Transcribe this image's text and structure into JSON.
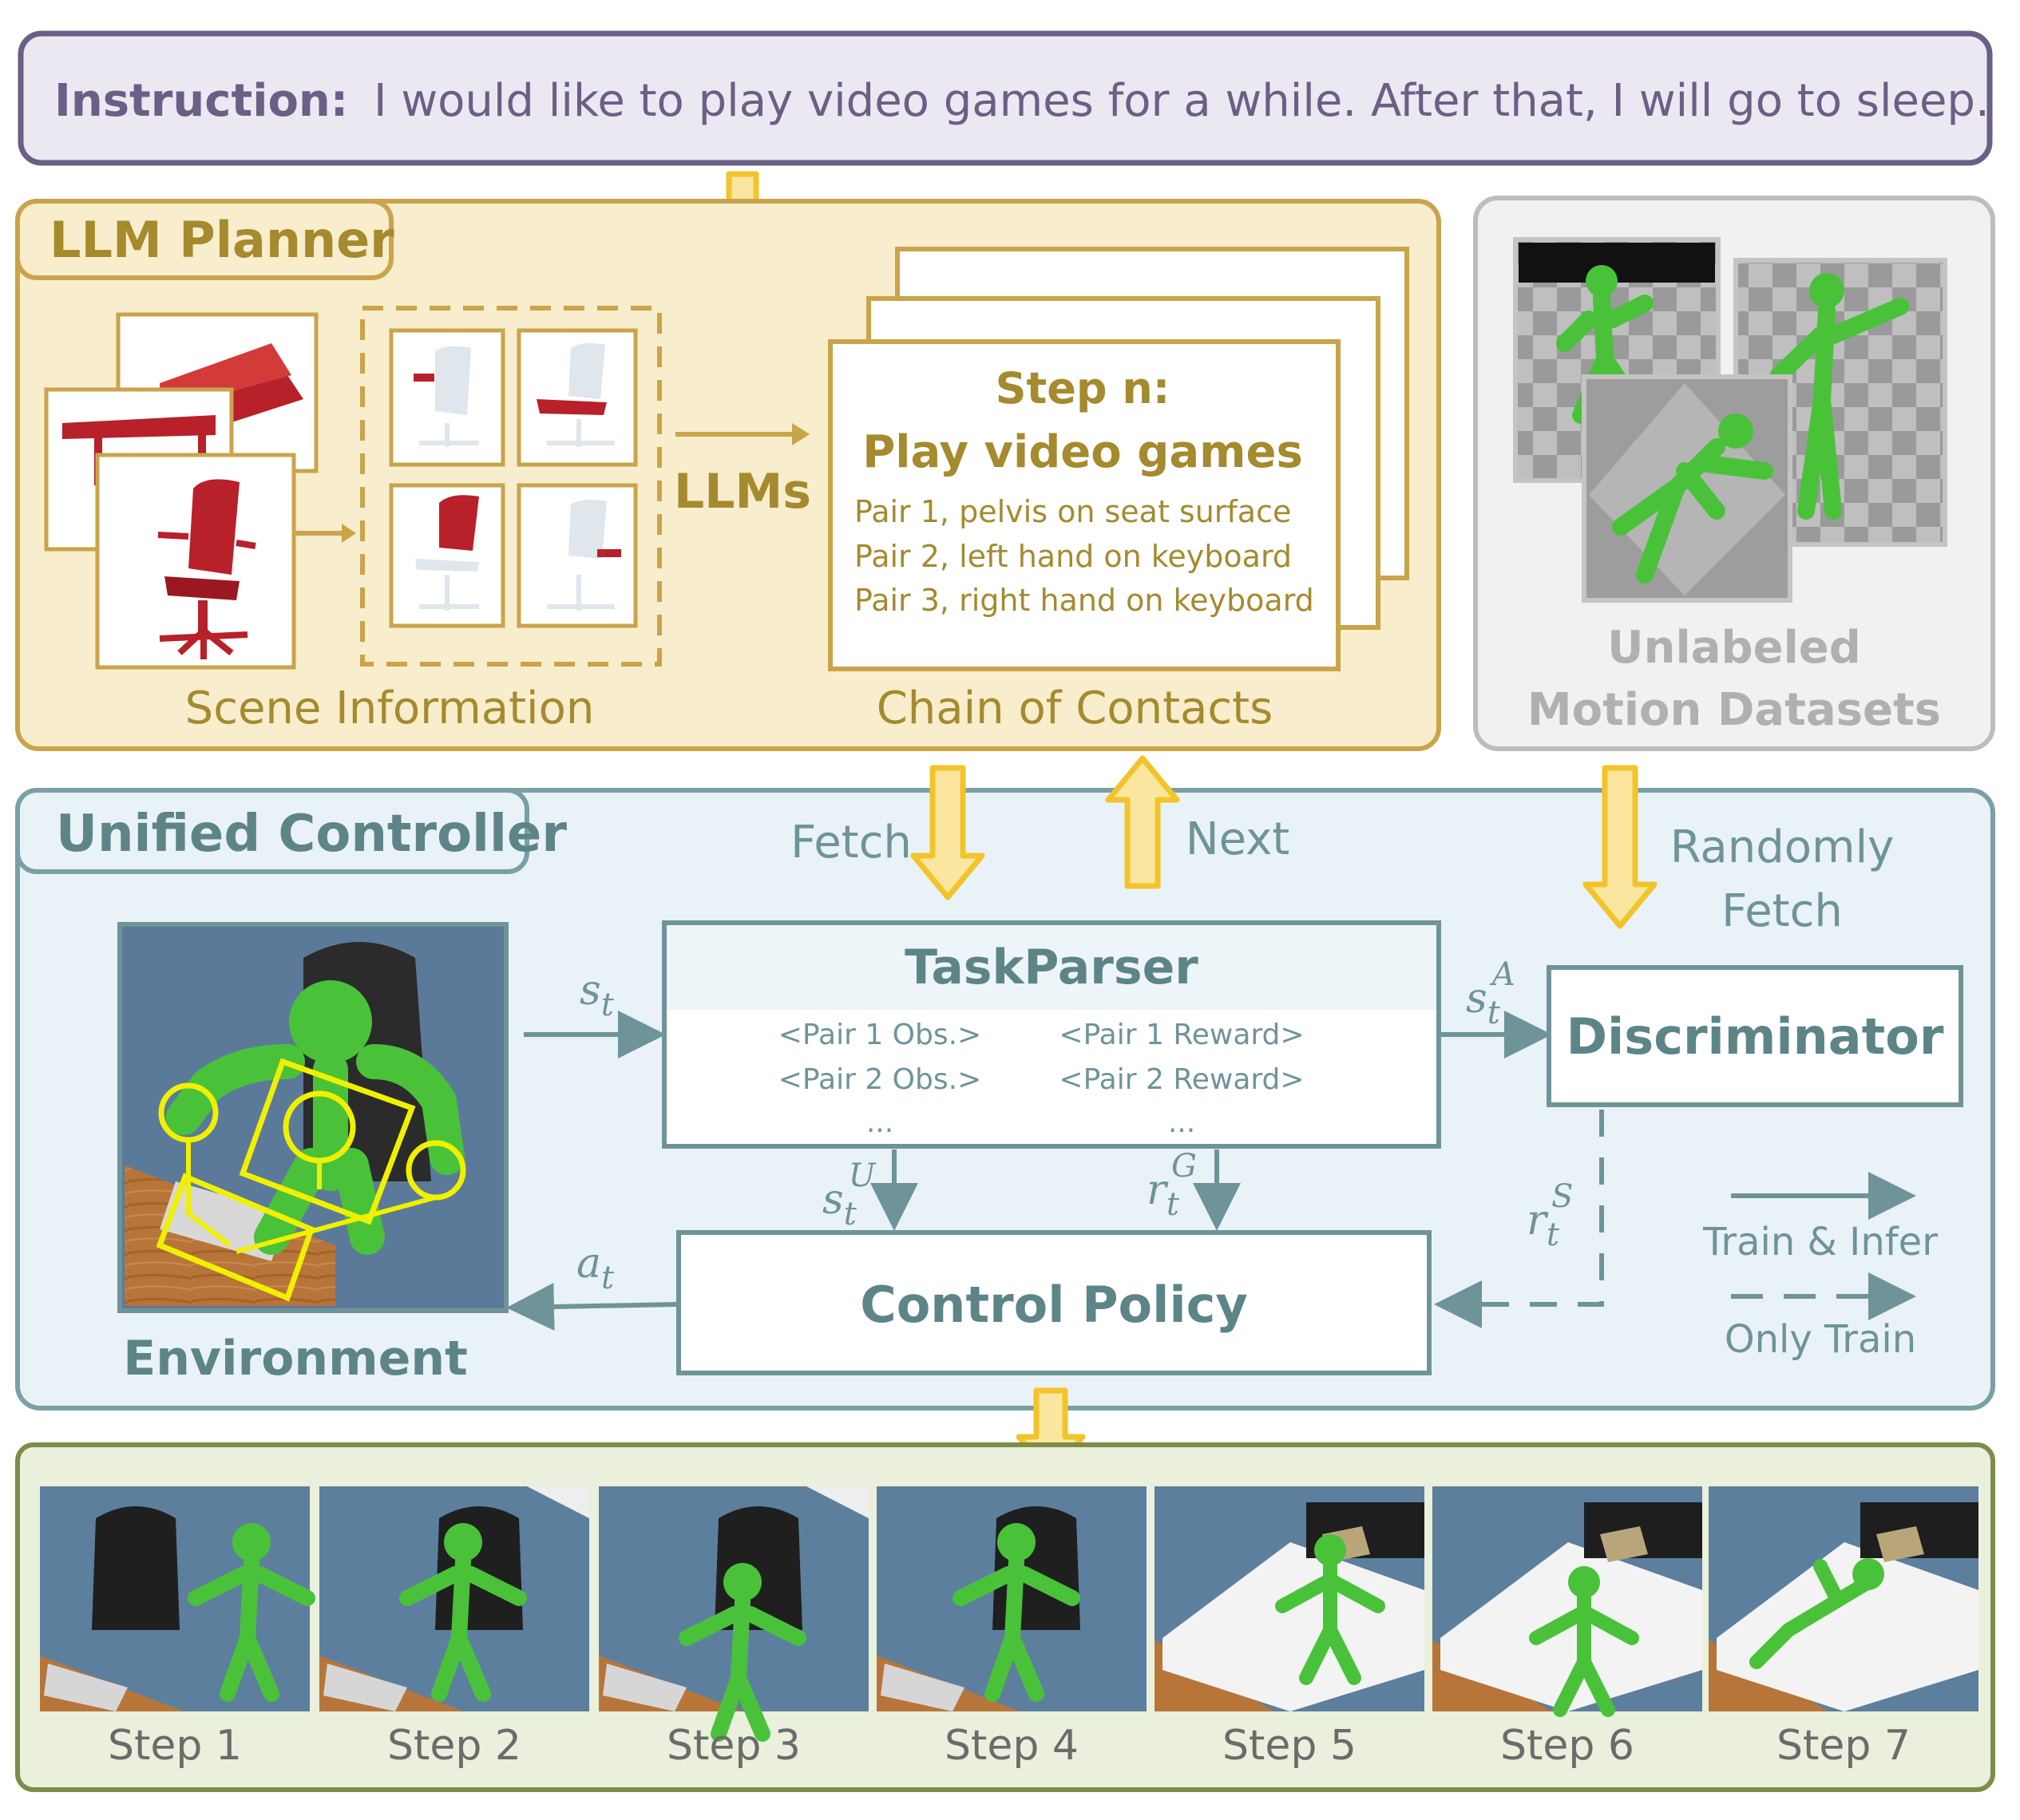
{
  "instruction": {
    "label": "Instruction:",
    "text": "I would like to play video games for a while. After that, I will go to sleep."
  },
  "llm_planner": {
    "title": "LLM Planner",
    "scene_label": "Scene Information",
    "llms_label": "LLMs",
    "chain_label": "Chain of Contacts",
    "step": {
      "heading": "Step n:",
      "name": "Play video games",
      "pairs": [
        "Pair 1, pelvis on seat surface",
        "Pair 2, left hand on keyboard",
        "Pair 3, right hand on keyboard"
      ]
    }
  },
  "datasets": {
    "line1": "Unlabeled",
    "line2": "Motion Datasets"
  },
  "controller": {
    "title": "Unified Controller",
    "fetch": "Fetch",
    "next": "Next",
    "random_fetch_1": "Randomly",
    "random_fetch_2": "Fetch",
    "environment": "Environment",
    "taskparser": {
      "title": "TaskParser",
      "obs": [
        "<Pair 1 Obs.>",
        "<Pair 2 Obs.>",
        "..."
      ],
      "reward": [
        "<Pair 1 Reward>",
        "<Pair 2 Reward>",
        "..."
      ]
    },
    "discriminator": "Discriminator",
    "control_policy": "Control Policy",
    "symbols": {
      "s": "s",
      "t": "t",
      "a": "a",
      "r": "r",
      "A": "A",
      "U": "U",
      "G": "G",
      "S": "S"
    },
    "legend": {
      "train_infer": "Train & Infer",
      "only_train": "Only Train"
    }
  },
  "steps": [
    "Step 1",
    "Step 2",
    "Step 3",
    "Step 4",
    "Step 5",
    "Step 6",
    "Step 7"
  ],
  "colors": {
    "instruction_border": "#6b5f86",
    "instruction_fill": "#ece8f2",
    "planner_border": "#c9a44a",
    "planner_fill": "#f8edcc",
    "planner_text": "#a58a2e",
    "dataset_border": "#bdbdbd",
    "dataset_fill": "#f1f1f1",
    "controller_border": "#7aa0a6",
    "controller_fill": "#e9f2f7",
    "controller_text": "#5d8588",
    "steps_border": "#7b8d48",
    "steps_fill": "#eaf0dc",
    "arrow_yellow": "#f2c42a",
    "chair_red": "#b8202a",
    "humanoid_green": "#49c23a"
  }
}
